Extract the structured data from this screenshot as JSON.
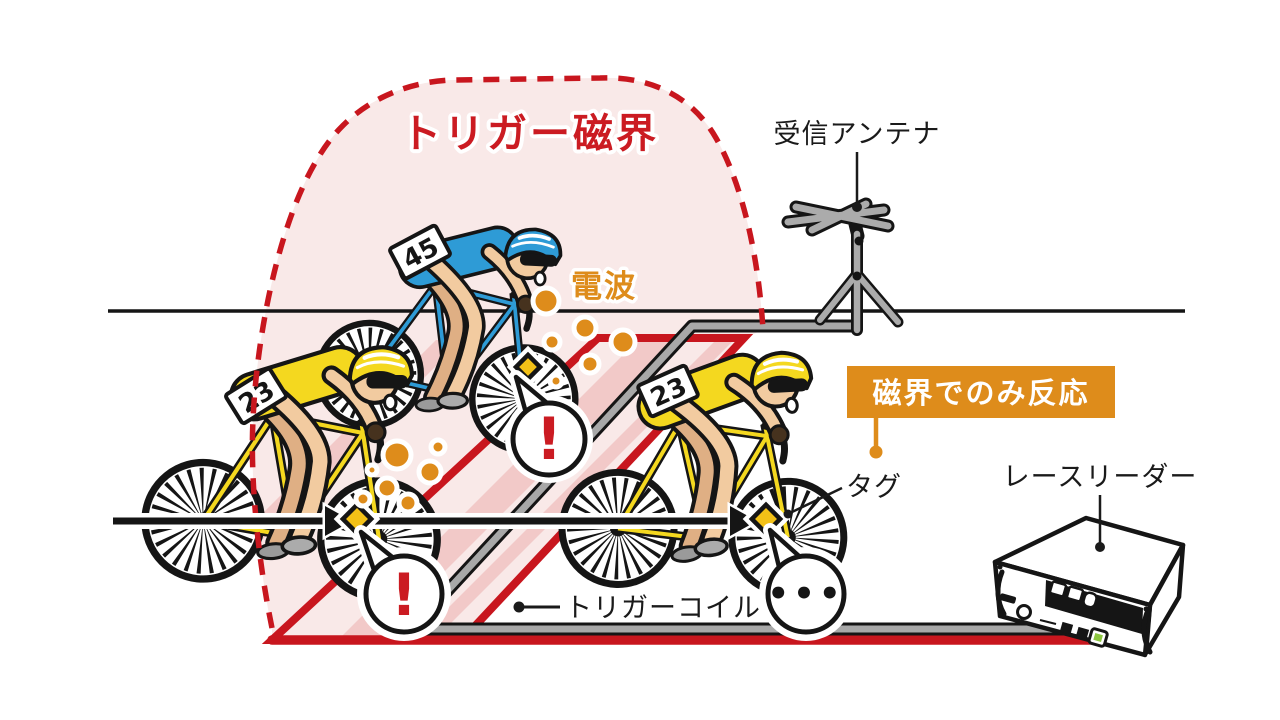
{
  "diagram": {
    "title": "トリガー磁界",
    "labels": {
      "receive_antenna": "受信アンテナ",
      "radio_wave": "電波",
      "magnetic_only": "磁界でのみ反応",
      "tag": "タグ",
      "race_reader": "レースリーダー",
      "trigger_coil": "トリガーコイル"
    },
    "riders": [
      {
        "id": "blue-rider",
        "number": "45",
        "jersey_color": "#2e9bd6"
      },
      {
        "id": "yellow-rider-left",
        "number": "23",
        "jersey_color": "#f4d81f"
      },
      {
        "id": "yellow-rider-right",
        "number": "23",
        "jersey_color": "#f4d81f"
      }
    ],
    "bubbles": [
      {
        "rider": "blue-rider",
        "symbol": "!"
      },
      {
        "rider": "yellow-rider-left",
        "symbol": "!"
      },
      {
        "rider": "yellow-rider-right",
        "symbol": "•••"
      }
    ],
    "colors": {
      "field_red": "#c8161e",
      "title_red": "#cb1b22",
      "accent_orange": "#de8c1b",
      "field_pink": "#f9e9e8",
      "stripe_pink": "#f2c9c8",
      "line_black": "#151515",
      "device_green": "#8cc63f"
    }
  }
}
